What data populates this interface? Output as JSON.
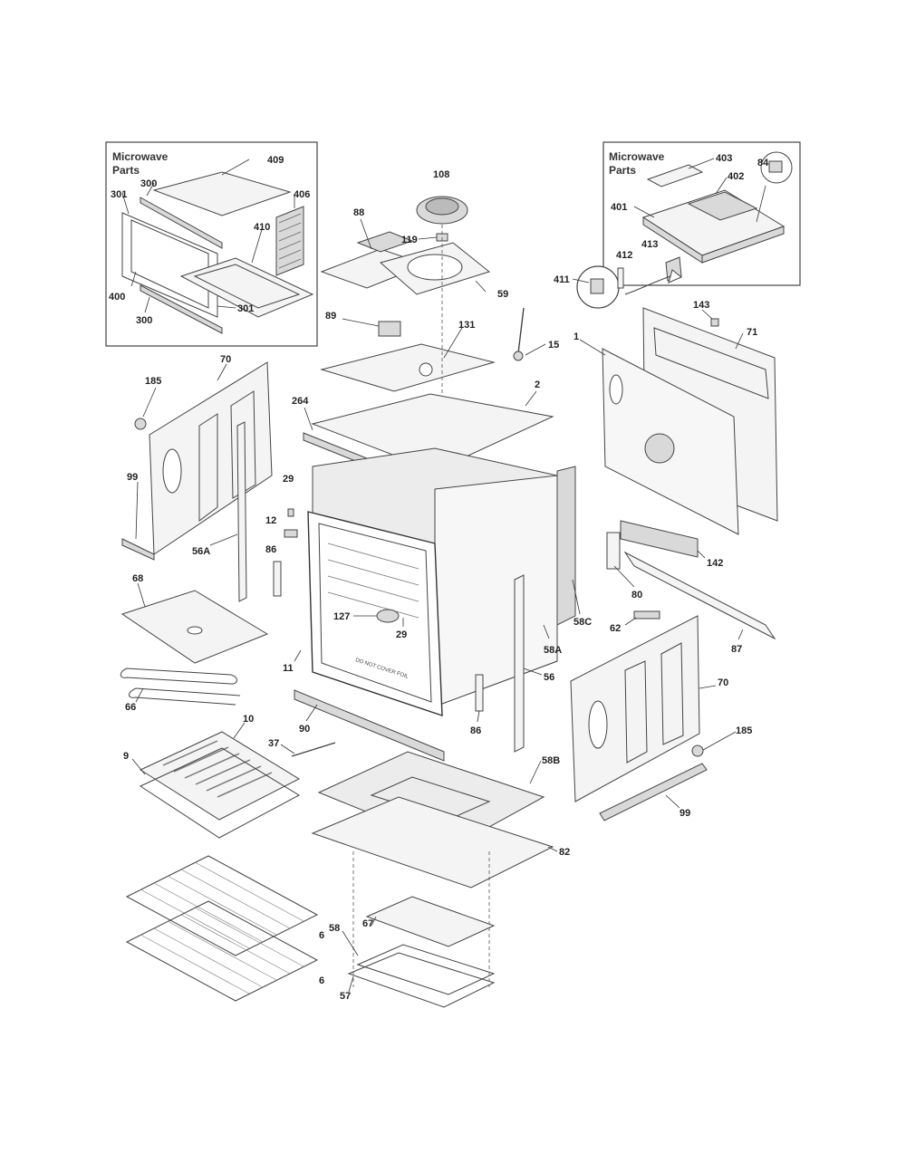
{
  "insets": {
    "left_title_line1": "Microwave",
    "left_title_line2": "Parts",
    "right_title_line1": "Microwave",
    "right_title_line2": "Parts"
  },
  "callouts": {
    "c409": "409",
    "c300a": "300",
    "c301a": "301",
    "c406": "406",
    "c410": "410",
    "c400": "400",
    "c301b": "301",
    "c300b": "300",
    "c108": "108",
    "c88": "88",
    "c119": "119",
    "c59": "59",
    "c89": "89",
    "c131": "131",
    "c15": "15",
    "c264": "264",
    "c2": "2",
    "c403": "403",
    "c402": "402",
    "c401": "401",
    "c84": "84",
    "c411": "411",
    "c412": "412",
    "c413": "413",
    "c143": "143",
    "c71": "71",
    "c1": "1",
    "c142": "142",
    "c80": "80",
    "c62": "62",
    "c87": "87",
    "c58C": "58C",
    "c70a": "70",
    "c185a": "185",
    "c99a": "99",
    "c56A": "56A",
    "c29a": "29",
    "c12": "12",
    "c86a": "86",
    "c68": "68",
    "c127": "127",
    "c29b": "29",
    "c11": "11",
    "c58A": "58A",
    "c56": "56",
    "c66": "66",
    "c90": "90",
    "c86b": "86",
    "c10": "10",
    "c37": "37",
    "c9": "9",
    "c58B": "58B",
    "c70b": "70",
    "c185b": "185",
    "c99b": "99",
    "c82": "82",
    "c67": "67",
    "c58": "58",
    "c6a": "6",
    "c6b": "6",
    "c57": "57",
    "door_text": "DO NOT COVER FOIL"
  }
}
